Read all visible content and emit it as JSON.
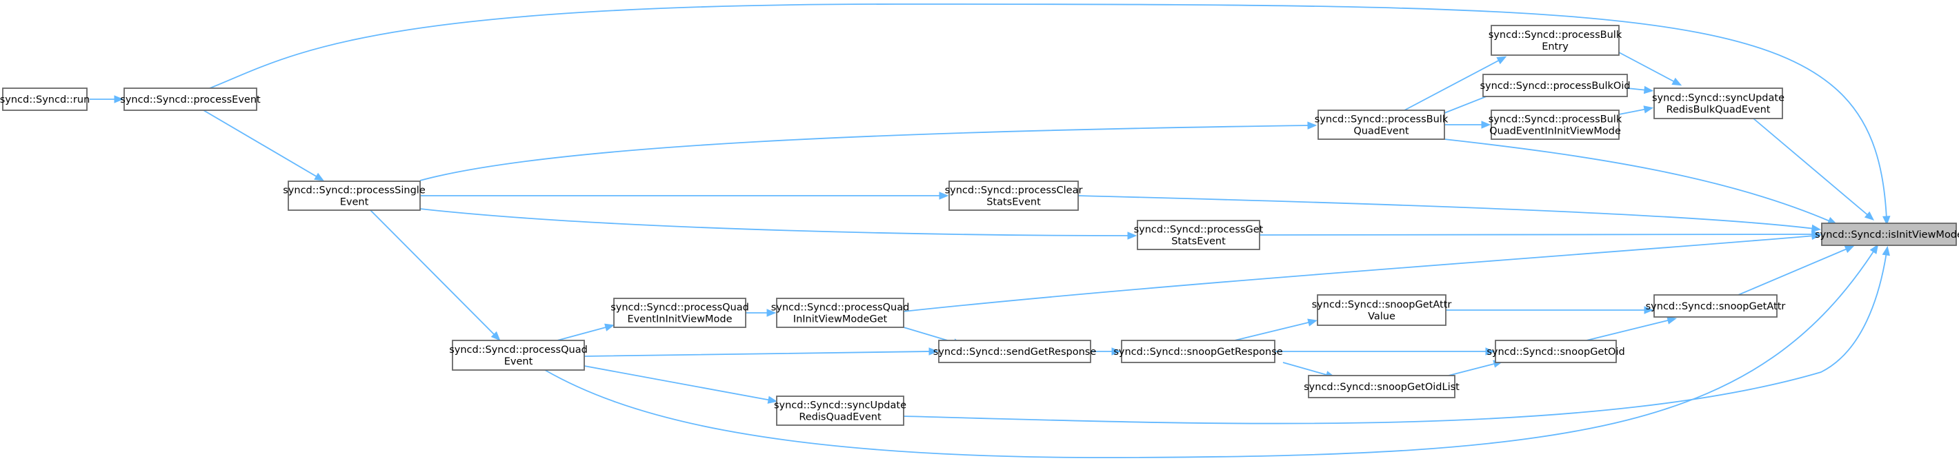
{
  "graph": {
    "nodes": [
      {
        "id": "run",
        "lines": [
          "syncd::Syncd::run"
        ]
      },
      {
        "id": "processEvent",
        "lines": [
          "syncd::Syncd::processEvent"
        ]
      },
      {
        "id": "processSingleEvent",
        "lines": [
          "syncd::Syncd::processSingle",
          "Event"
        ]
      },
      {
        "id": "processQuadEvent",
        "lines": [
          "syncd::Syncd::processQuad",
          "Event"
        ]
      },
      {
        "id": "processQuadEventInInitViewMode",
        "lines": [
          "syncd::Syncd::processQuad",
          "EventInInitViewMode"
        ]
      },
      {
        "id": "processQuadInInitViewModeGet",
        "lines": [
          "syncd::Syncd::processQuad",
          "InInitViewModeGet"
        ]
      },
      {
        "id": "syncUpdateRedisQuadEvent",
        "lines": [
          "syncd::Syncd::syncUpdate",
          "RedisQuadEvent"
        ]
      },
      {
        "id": "sendGetResponse",
        "lines": [
          "syncd::Syncd::sendGetResponse"
        ]
      },
      {
        "id": "snoopGetResponse",
        "lines": [
          "syncd::Syncd::snoopGetResponse"
        ]
      },
      {
        "id": "snoopGetAttrValue",
        "lines": [
          "syncd::Syncd::snoopGetAttr",
          "Value"
        ]
      },
      {
        "id": "snoopGetOidList",
        "lines": [
          "syncd::Syncd::snoopGetOidList"
        ]
      },
      {
        "id": "snoopGetOid",
        "lines": [
          "syncd::Syncd::snoopGetOid"
        ]
      },
      {
        "id": "snoopGetAttr",
        "lines": [
          "syncd::Syncd::snoopGetAttr"
        ]
      },
      {
        "id": "processClearStatsEvent",
        "lines": [
          "syncd::Syncd::processClear",
          "StatsEvent"
        ]
      },
      {
        "id": "processGetStatsEvent",
        "lines": [
          "syncd::Syncd::processGet",
          "StatsEvent"
        ]
      },
      {
        "id": "processBulkQuadEvent",
        "lines": [
          "syncd::Syncd::processBulk",
          "QuadEvent"
        ]
      },
      {
        "id": "processBulkEntry",
        "lines": [
          "syncd::Syncd::processBulk",
          "Entry"
        ]
      },
      {
        "id": "processBulkOid",
        "lines": [
          "syncd::Syncd::processBulkOid"
        ]
      },
      {
        "id": "processBulkQuadEventInInitViewMode",
        "lines": [
          "syncd::Syncd::processBulk",
          "QuadEventInInitViewMode"
        ]
      },
      {
        "id": "syncUpdateRedisBulkQuadEvent",
        "lines": [
          "syncd::Syncd::syncUpdate",
          "RedisBulkQuadEvent"
        ]
      },
      {
        "id": "isInitViewMode",
        "lines": [
          "syncd::Syncd::isInitViewMode"
        ],
        "focus": true
      }
    ],
    "edges": [
      {
        "from": "run",
        "to": "processEvent"
      },
      {
        "from": "processEvent",
        "to": "processSingleEvent"
      },
      {
        "from": "processEvent",
        "to": "isInitViewMode"
      },
      {
        "from": "processSingleEvent",
        "to": "processQuadEvent"
      },
      {
        "from": "processSingleEvent",
        "to": "processBulkQuadEvent"
      },
      {
        "from": "processSingleEvent",
        "to": "processClearStatsEvent"
      },
      {
        "from": "processSingleEvent",
        "to": "processGetStatsEvent"
      },
      {
        "from": "processQuadEvent",
        "to": "processQuadEventInInitViewMode"
      },
      {
        "from": "processQuadEvent",
        "to": "sendGetResponse"
      },
      {
        "from": "processQuadEvent",
        "to": "syncUpdateRedisQuadEvent"
      },
      {
        "from": "processQuadEvent",
        "to": "isInitViewMode"
      },
      {
        "from": "processQuadEventInInitViewMode",
        "to": "processQuadInInitViewModeGet"
      },
      {
        "from": "processQuadInInitViewModeGet",
        "to": "sendGetResponse"
      },
      {
        "from": "processQuadInInitViewModeGet",
        "to": "isInitViewMode"
      },
      {
        "from": "sendGetResponse",
        "to": "snoopGetResponse"
      },
      {
        "from": "snoopGetResponse",
        "to": "snoopGetAttrValue"
      },
      {
        "from": "snoopGetResponse",
        "to": "snoopGetOid"
      },
      {
        "from": "snoopGetResponse",
        "to": "snoopGetOidList"
      },
      {
        "from": "snoopGetAttrValue",
        "to": "snoopGetAttr"
      },
      {
        "from": "snoopGetOidList",
        "to": "snoopGetOid"
      },
      {
        "from": "snoopGetOid",
        "to": "snoopGetAttr"
      },
      {
        "from": "snoopGetAttr",
        "to": "isInitViewMode"
      },
      {
        "from": "syncUpdateRedisQuadEvent",
        "to": "isInitViewMode"
      },
      {
        "from": "processClearStatsEvent",
        "to": "isInitViewMode"
      },
      {
        "from": "processGetStatsEvent",
        "to": "isInitViewMode"
      },
      {
        "from": "processBulkQuadEvent",
        "to": "processBulkEntry"
      },
      {
        "from": "processBulkQuadEvent",
        "to": "processBulkOid"
      },
      {
        "from": "processBulkQuadEvent",
        "to": "processBulkQuadEventInInitViewMode"
      },
      {
        "from": "processBulkQuadEvent",
        "to": "isInitViewMode"
      },
      {
        "from": "processBulkEntry",
        "to": "syncUpdateRedisBulkQuadEvent"
      },
      {
        "from": "processBulkOid",
        "to": "syncUpdateRedisBulkQuadEvent"
      },
      {
        "from": "processBulkQuadEventInInitViewMode",
        "to": "syncUpdateRedisBulkQuadEvent"
      },
      {
        "from": "syncUpdateRedisBulkQuadEvent",
        "to": "isInitViewMode"
      }
    ],
    "colors": {
      "edge": "#63b8ff",
      "node_border": "#666666",
      "focus_fill": "#bfbfbf"
    }
  }
}
